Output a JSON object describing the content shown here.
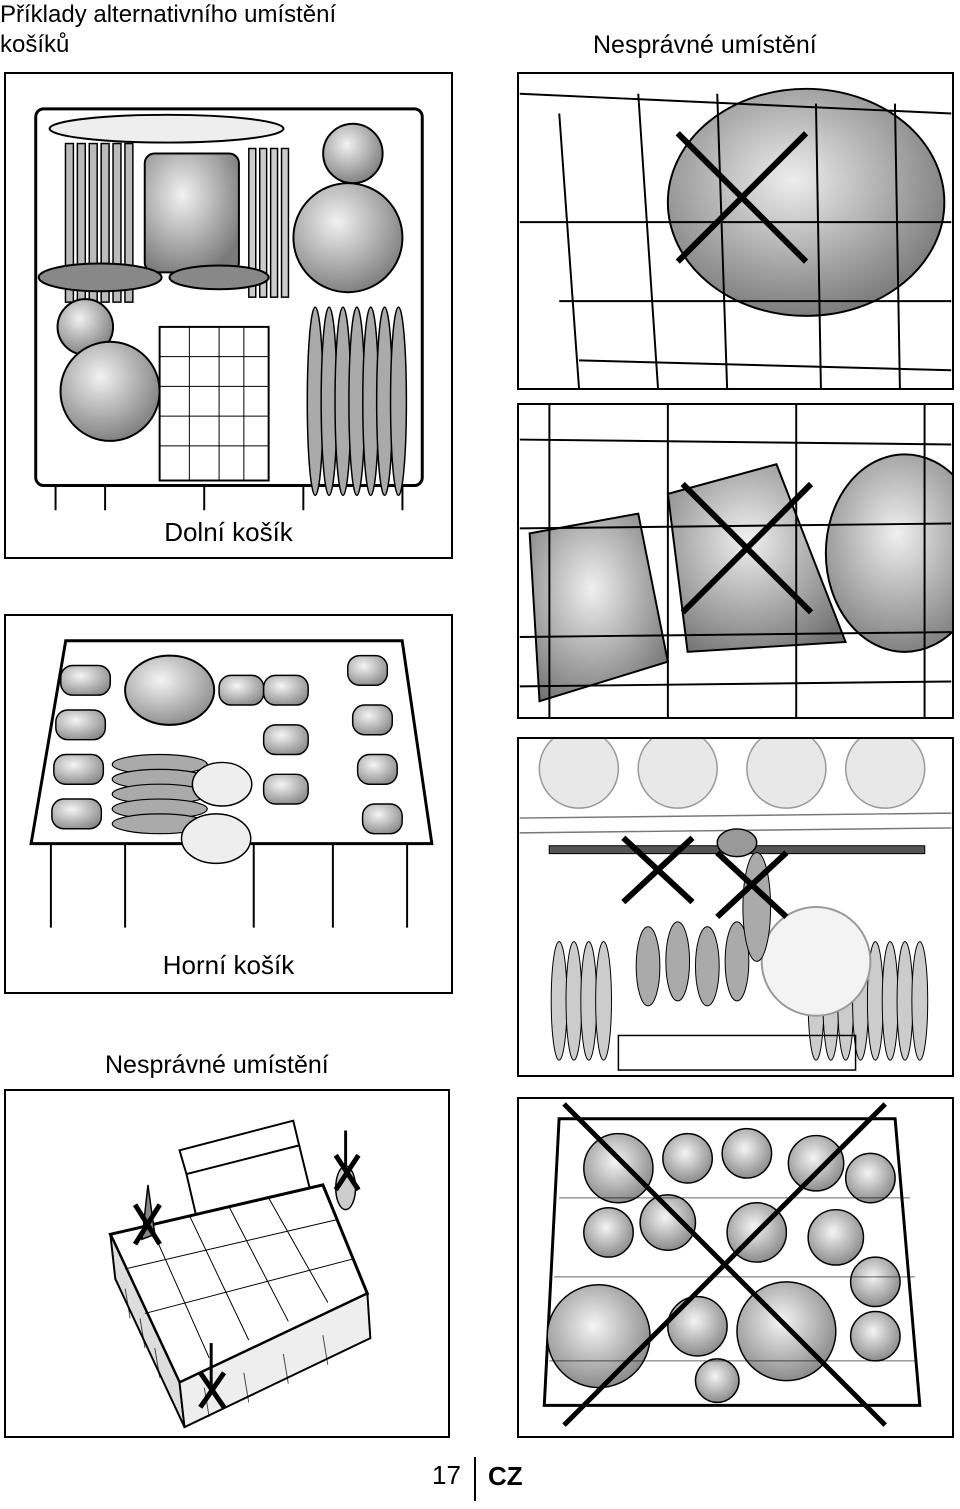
{
  "page": {
    "title_line1": "Příklady alternativního umístění",
    "title_line2": "košíků",
    "heading_incorrect_top": "Nesprávné umístění",
    "heading_incorrect_bottom": "Nesprávné umístění"
  },
  "panels": {
    "lower_basket": {
      "caption": "Dolní košík"
    },
    "upper_basket": {
      "caption": "Horní košík"
    }
  },
  "footer": {
    "page_number": "17",
    "language": "CZ"
  },
  "colors": {
    "line": "#000000",
    "background": "#ffffff",
    "dish_gray": "#9a9a9a",
    "light_gray": "#d8d8d8"
  }
}
